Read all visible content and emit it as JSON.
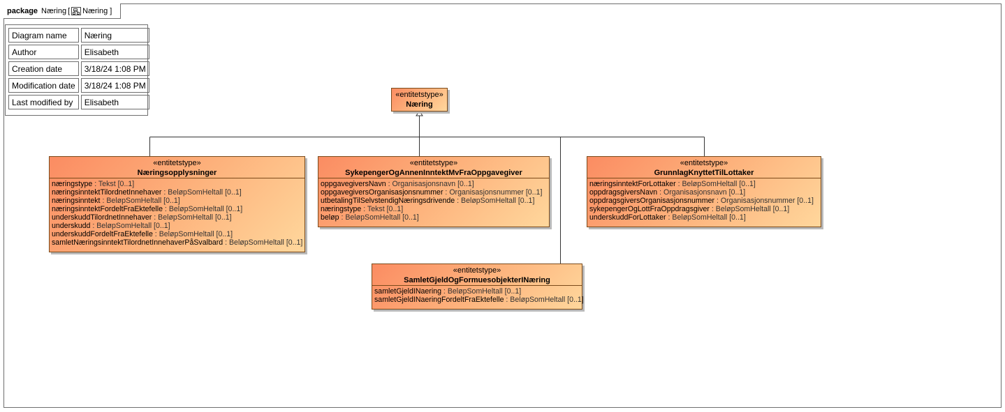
{
  "frame": {
    "keyword": "package",
    "name": "Næring",
    "bracket_open": "[",
    "diagram_name": "Næring",
    "bracket_close": "]"
  },
  "info_table": [
    {
      "key": "Diagram name",
      "value": "Næring"
    },
    {
      "key": "Author",
      "value": "Elisabeth"
    },
    {
      "key": "Creation date",
      "value": "3/18/24 1:08 PM"
    },
    {
      "key": "Modification date",
      "value": "3/18/24 1:08 PM"
    },
    {
      "key": "Last modified by",
      "value": "Elisabeth"
    }
  ],
  "classes": {
    "naering": {
      "stereotype": "«entitetstype»",
      "name": "Næring",
      "attributes": []
    },
    "naeringsopplysninger": {
      "stereotype": "«entitetstype»",
      "name": "Næringsopplysninger",
      "attributes": [
        {
          "name": "næringstype",
          "type": " : Tekst [0..1]"
        },
        {
          "name": "næringsinntektTilordnetInnehaver",
          "type": " : BeløpSomHeltall [0..1]"
        },
        {
          "name": "næringsinntekt",
          "type": " : BeløpSomHeltall [0..1]"
        },
        {
          "name": "næringsinntektFordeltFraEktefelle",
          "type": " : BeløpSomHeltall [0..1]"
        },
        {
          "name": "underskuddTilordnetInnehaver",
          "type": " : BeløpSomHeltall [0..1]"
        },
        {
          "name": "underskudd",
          "type": " : BeløpSomHeltall [0..1]"
        },
        {
          "name": "underskuddFordeltFraEktefelle",
          "type": " : BeløpSomHeltall [0..1]"
        },
        {
          "name": "samletNæringsinntektTilordnetInnehaverPåSvalbard",
          "type": " : BeløpSomHeltall [0..1]"
        }
      ]
    },
    "sykepenger": {
      "stereotype": "«entitetstype»",
      "name": "SykepengerOgAnnenInntektMvFraOppgavegiver",
      "attributes": [
        {
          "name": "oppgavegiversNavn",
          "type": " : Organisasjonsnavn [0..1]"
        },
        {
          "name": "oppgavegiversOrganisasjonsnummer",
          "type": " : Organisasjonsnummer [0..1]"
        },
        {
          "name": "utbetalingTilSelvstendigNæringsdrivende",
          "type": " : BeløpSomHeltall [0..1]"
        },
        {
          "name": "næringstype",
          "type": " : Tekst [0..1]"
        },
        {
          "name": "beløp",
          "type": " : BeløpSomHeltall [0..1]"
        }
      ]
    },
    "grunnlag": {
      "stereotype": "«entitetstype»",
      "name": "GrunnlagKnyttetTilLottaker",
      "attributes": [
        {
          "name": "næringsinntektForLottaker",
          "type": " : BeløpSomHeltall [0..1]"
        },
        {
          "name": "oppdragsgiversNavn",
          "type": " : Organisasjonsnavn [0..1]"
        },
        {
          "name": "oppdragsgiversOrganisasjonsnummer",
          "type": " : Organisasjonsnummer [0..1]"
        },
        {
          "name": "sykepengerOgLottFraOppdragsgiver",
          "type": " : BeløpSomHeltall [0..1]"
        },
        {
          "name": "underskuddForLottaker",
          "type": " : BeløpSomHeltall [0..1]"
        }
      ]
    },
    "samletGjeld": {
      "stereotype": "«entitetstype»",
      "name": "SamletGjeldOgFormuesobjekterINæring",
      "attributes": [
        {
          "name": "samletGjeldINaering",
          "type": " : BeløpSomHeltall [0..1]"
        },
        {
          "name": "samletGjeldINaeringFordeltFraEktefelle",
          "type": " : BeløpSomHeltall [0..1]"
        }
      ]
    }
  }
}
